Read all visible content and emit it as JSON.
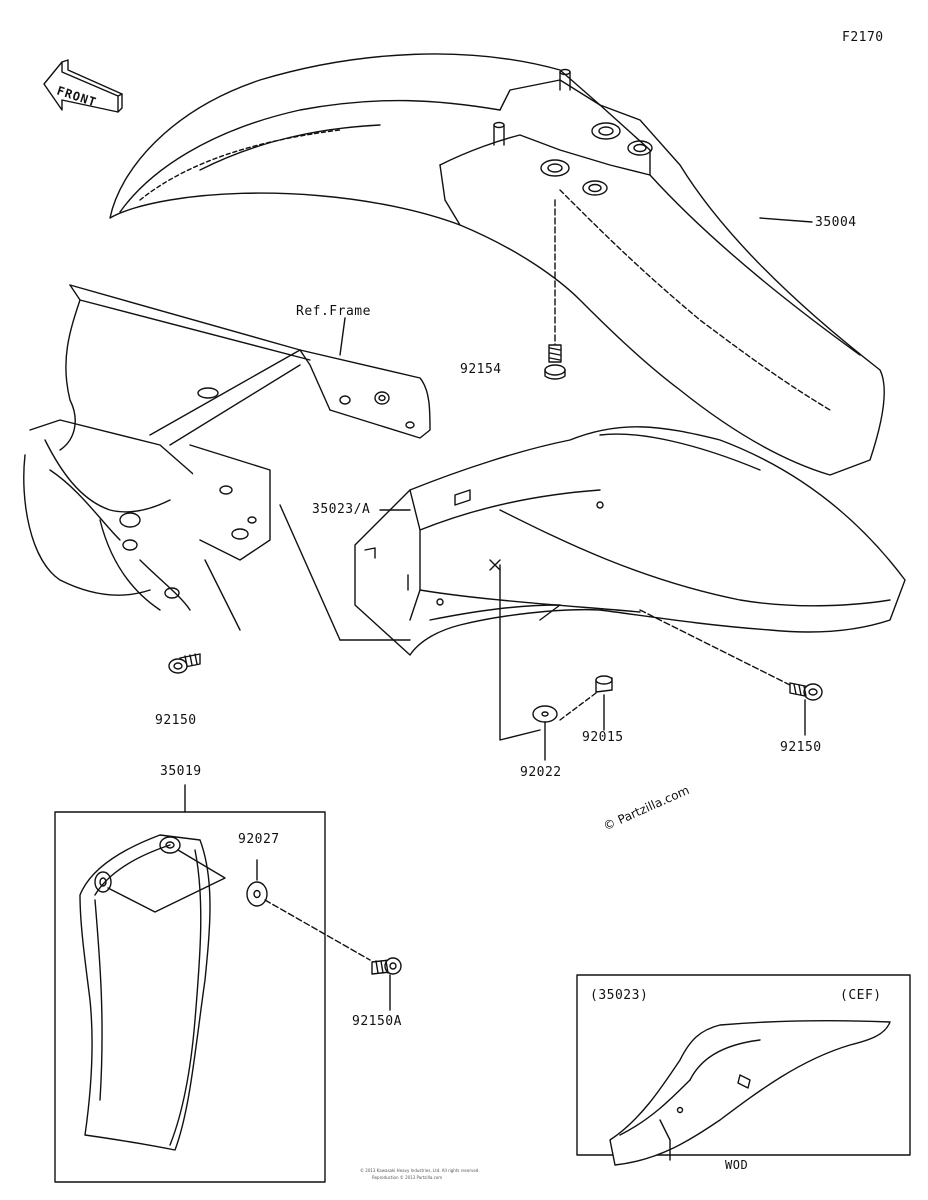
{
  "diagram_code": "F2170",
  "front_label": "FRONT",
  "copyright": "© Partzilla.com",
  "ref_frame": "Ref.Frame",
  "footer_line1": "© 2013 Kawasaki Heavy Industries, Ltd. All rights reserved.",
  "footer_line2": "Reproduction © 2013 Partzilla.com",
  "parts": {
    "p35004": "35004",
    "p92154": "92154",
    "p35023A": "35023/A",
    "p92150_left": "92150",
    "p92150_right": "92150",
    "p92015": "92015",
    "p92022": "92022",
    "p35019": "35019",
    "p92027": "92027",
    "p92150A": "92150A"
  },
  "inset": {
    "left_label": "(35023)",
    "right_label": "(CEF)",
    "caption": "WOD"
  }
}
